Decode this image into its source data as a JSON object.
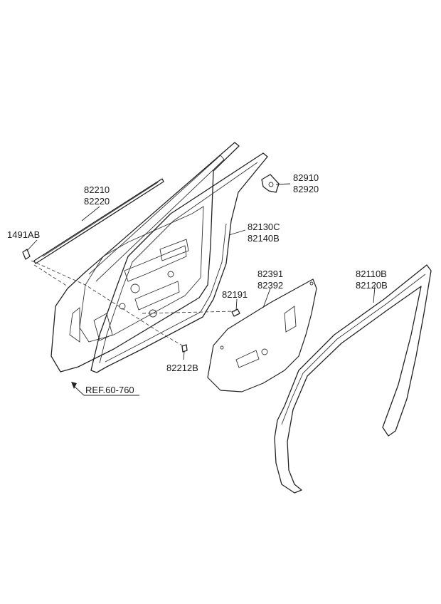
{
  "diagram": {
    "callouts": [
      {
        "id": "p1491",
        "lines": [
          "1491AB"
        ]
      },
      {
        "id": "p82210",
        "lines": [
          "82210",
          "82220"
        ]
      },
      {
        "id": "p82910",
        "lines": [
          "82910",
          "82920"
        ]
      },
      {
        "id": "p82130",
        "lines": [
          "82130C",
          "82140B"
        ]
      },
      {
        "id": "p82191",
        "lines": [
          "82191"
        ]
      },
      {
        "id": "p82391",
        "lines": [
          "82391",
          "82392"
        ]
      },
      {
        "id": "p82110",
        "lines": [
          "82110B",
          "82120B"
        ]
      },
      {
        "id": "p82212",
        "lines": [
          "82212B"
        ]
      }
    ],
    "reference": "REF.60-760"
  }
}
